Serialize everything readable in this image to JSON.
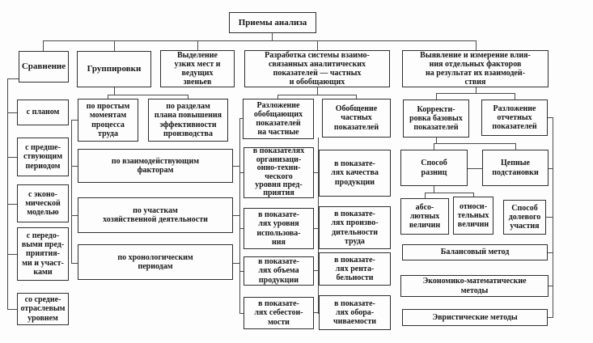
{
  "root_label": "Приемы анализа",
  "sravnenie": {
    "label": "Сравнение",
    "items": [
      "с планом",
      "с предше-\nствующим\nпериодом",
      "с эконо-\nмической\nмоделью",
      "с передо-\nвыми пред-\nприятия-\nми и участ-\nками",
      "со средне-\nотраслевым\nуровнем"
    ]
  },
  "gruppirovki": {
    "label": "Группировки",
    "items": [
      "по простым\nмоментам\nпроцесса\nтруда",
      "по разделам\nплана повышения\nэффективности\nпроизводства",
      "по взаимодействующим\nфакторам",
      "по участкам\nхозяйственной деятельности",
      "по хронологическим\nпериодам"
    ]
  },
  "vydelenie": {
    "label": "Выделение\nузких мест и\nведущих\nзвеньев"
  },
  "razrabotka": {
    "label": "Разработка системы взаимо-\nсвязанных аналитических\nпоказателей — частных\nи обобщающих",
    "razlozhenie": {
      "label": "Разложение\nобобщающих\nпоказателей\nна частные",
      "items": [
        "в показателях\nорганизаци-\nонно-техни-\nческого\nуровня пред-\nприятия",
        "в показате-\nлях уровня\nиспользова-\nния",
        "в показате-\nлях объема\nпродукции",
        "в показате-\nлях себестои-\nмости"
      ]
    },
    "obobshchenie": {
      "label": "Обобщение\nчастных\nпоказателей",
      "items": [
        "в показате-\nлях качества\nпродукции",
        "в показате-\nлях произво-\nдительности\nтруда",
        "в показате-\nлях рента-\nбельности",
        "в показате-\nлях обора-\nчиваемости"
      ]
    }
  },
  "vyyavlenie": {
    "label": "Выявление и измерение влия-\nния отдельных факторов\nна результат их взаимодей-\nствия",
    "korrektirovka": {
      "label": "Корректи-\nровка базовых\nпоказателей"
    },
    "razlozhenie_otchetnykh": {
      "label": "Разложение\nотчетных\nпоказателей"
    },
    "sposob_raznits": {
      "label": "Способ\nразниц"
    },
    "tsepnye_podstanovki": {
      "label": "Цепные\nподстановки"
    },
    "velichiny": [
      "абсо-\nлютных\nвеличин",
      "относи-\nтельных\nвеличин"
    ],
    "dolevoe_uchastie": {
      "label": "Способ\nдолевого\nучастия"
    },
    "methods": [
      "Балансовый метод",
      "Экономико-математические\nметоды",
      "Эвристические методы"
    ]
  }
}
